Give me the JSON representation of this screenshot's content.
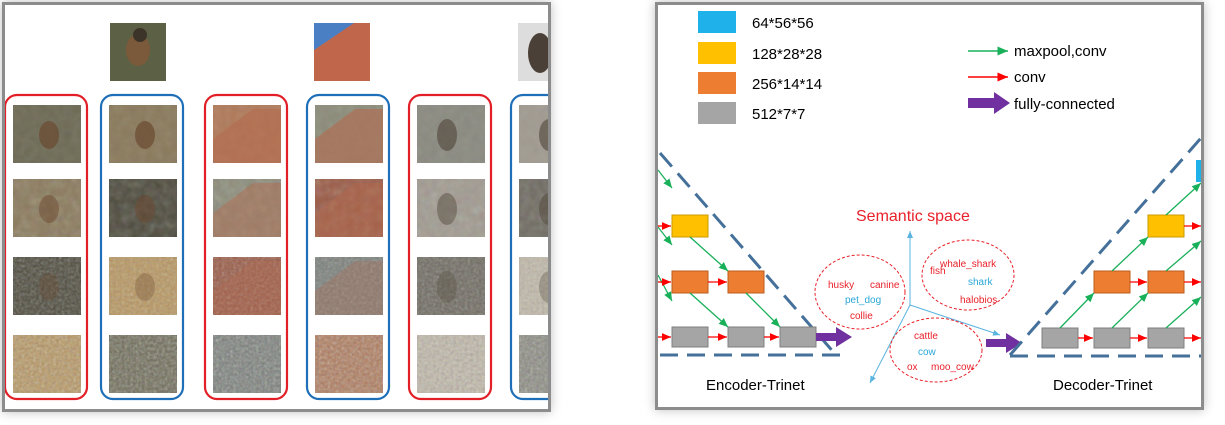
{
  "legend": {
    "size_items": [
      {
        "label": "64*56*56",
        "color": "#1fb1ea"
      },
      {
        "label": "128*28*28",
        "color": "#ffc000"
      },
      {
        "label": "256*14*14",
        "color": "#ed7d31"
      },
      {
        "label": "512*7*7",
        "color": "#a5a5a5"
      }
    ],
    "arrow_items": [
      {
        "label": "maxpool,conv",
        "color": "#19b05a"
      },
      {
        "label": "conv",
        "color": "#ff0000"
      },
      {
        "label": "fully-connected",
        "color": "#7030a0"
      }
    ]
  },
  "semantic": {
    "title": "Semantic space",
    "clusters": [
      {
        "words": [
          {
            "text": "husky",
            "color": "#e8212a"
          },
          {
            "text": "canine",
            "color": "#e8212a"
          },
          {
            "text": "pet_dog",
            "color": "#2aa7d8"
          },
          {
            "text": "collie",
            "color": "#e8212a"
          }
        ]
      },
      {
        "words": [
          {
            "text": "fish",
            "color": "#e8212a"
          },
          {
            "text": "whale_shark",
            "color": "#e8212a"
          },
          {
            "text": "shark",
            "color": "#2aa7d8"
          },
          {
            "text": "halobios",
            "color": "#e8212a"
          }
        ]
      },
      {
        "words": [
          {
            "text": "cattle",
            "color": "#e8212a"
          },
          {
            "text": "cow",
            "color": "#2aa7d8"
          },
          {
            "text": "ox",
            "color": "#e8212a"
          },
          {
            "text": "moo_cow",
            "color": "#e8212a"
          }
        ]
      }
    ]
  },
  "labels": {
    "encoder": "Encoder-Trinet",
    "decoder": "Decoder-Trinet"
  },
  "left_figure": {
    "image_kinds": [
      "bird",
      "roof",
      "dog"
    ],
    "column_box_colors": [
      "#e21f26",
      "#1f6fb8",
      "#e21f26",
      "#1f6fb8",
      "#e21f26",
      "#1f6fb8"
    ]
  },
  "colors": {
    "panel_border": "#8c8c8c",
    "dashed_line": "#44709a"
  }
}
